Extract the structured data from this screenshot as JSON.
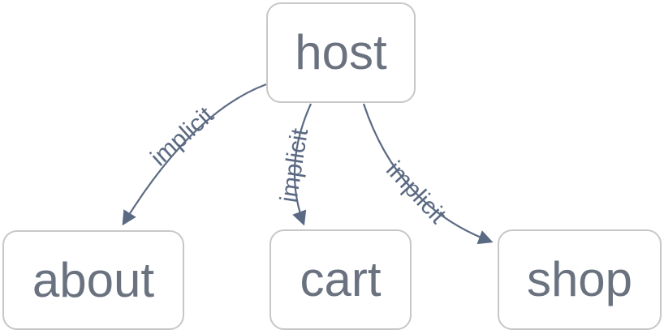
{
  "diagram": {
    "type": "graph",
    "nodes": [
      {
        "id": "host",
        "label": "host"
      },
      {
        "id": "about",
        "label": "about"
      },
      {
        "id": "cart",
        "label": "cart"
      },
      {
        "id": "shop",
        "label": "shop"
      }
    ],
    "edges": [
      {
        "from": "host",
        "to": "about",
        "label": "implicit"
      },
      {
        "from": "host",
        "to": "cart",
        "label": "implicit"
      },
      {
        "from": "host",
        "to": "shop",
        "label": "implicit"
      }
    ],
    "colors": {
      "node_border": "#c7c7c7",
      "node_fill": "#ffffff",
      "node_text": "#6a7280",
      "edge_stroke": "#5b6a83",
      "edge_label_text": "#5b6a83",
      "background": "#ffffff"
    }
  }
}
